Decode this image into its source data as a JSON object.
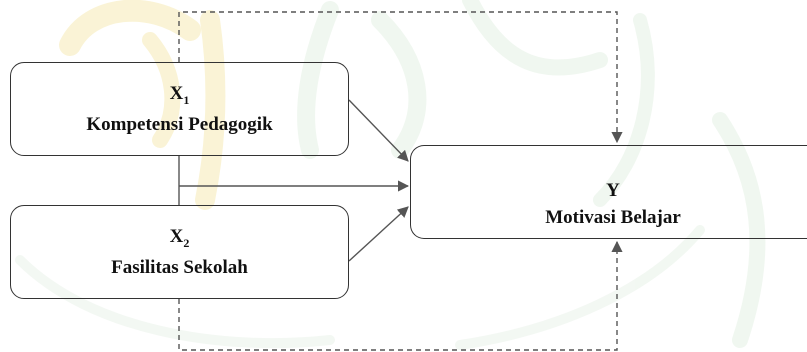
{
  "diagram": {
    "nodes": {
      "x1": {
        "symbol": "X",
        "subscript": "1",
        "label": "Kompetensi Pedagogik"
      },
      "x2": {
        "symbol": "X",
        "subscript": "2",
        "label": "Fasilitas Sekolah"
      },
      "y": {
        "symbol": "Y",
        "label": "Motivasi Belajar"
      }
    },
    "edges": [
      {
        "from": "x1",
        "to": "y",
        "style": "solid"
      },
      {
        "from": "x2",
        "to": "y",
        "style": "solid"
      },
      {
        "from": "x1+x2",
        "to": "y",
        "style": "solid"
      },
      {
        "from": "x1",
        "to": "y",
        "style": "dashed"
      },
      {
        "from": "x2",
        "to": "y",
        "style": "dashed"
      }
    ],
    "colors": {
      "line": "#555555",
      "border": "#333333",
      "text": "#111111",
      "watermark_gold": "#f3e6a8",
      "watermark_green": "#d9ecd9"
    }
  }
}
